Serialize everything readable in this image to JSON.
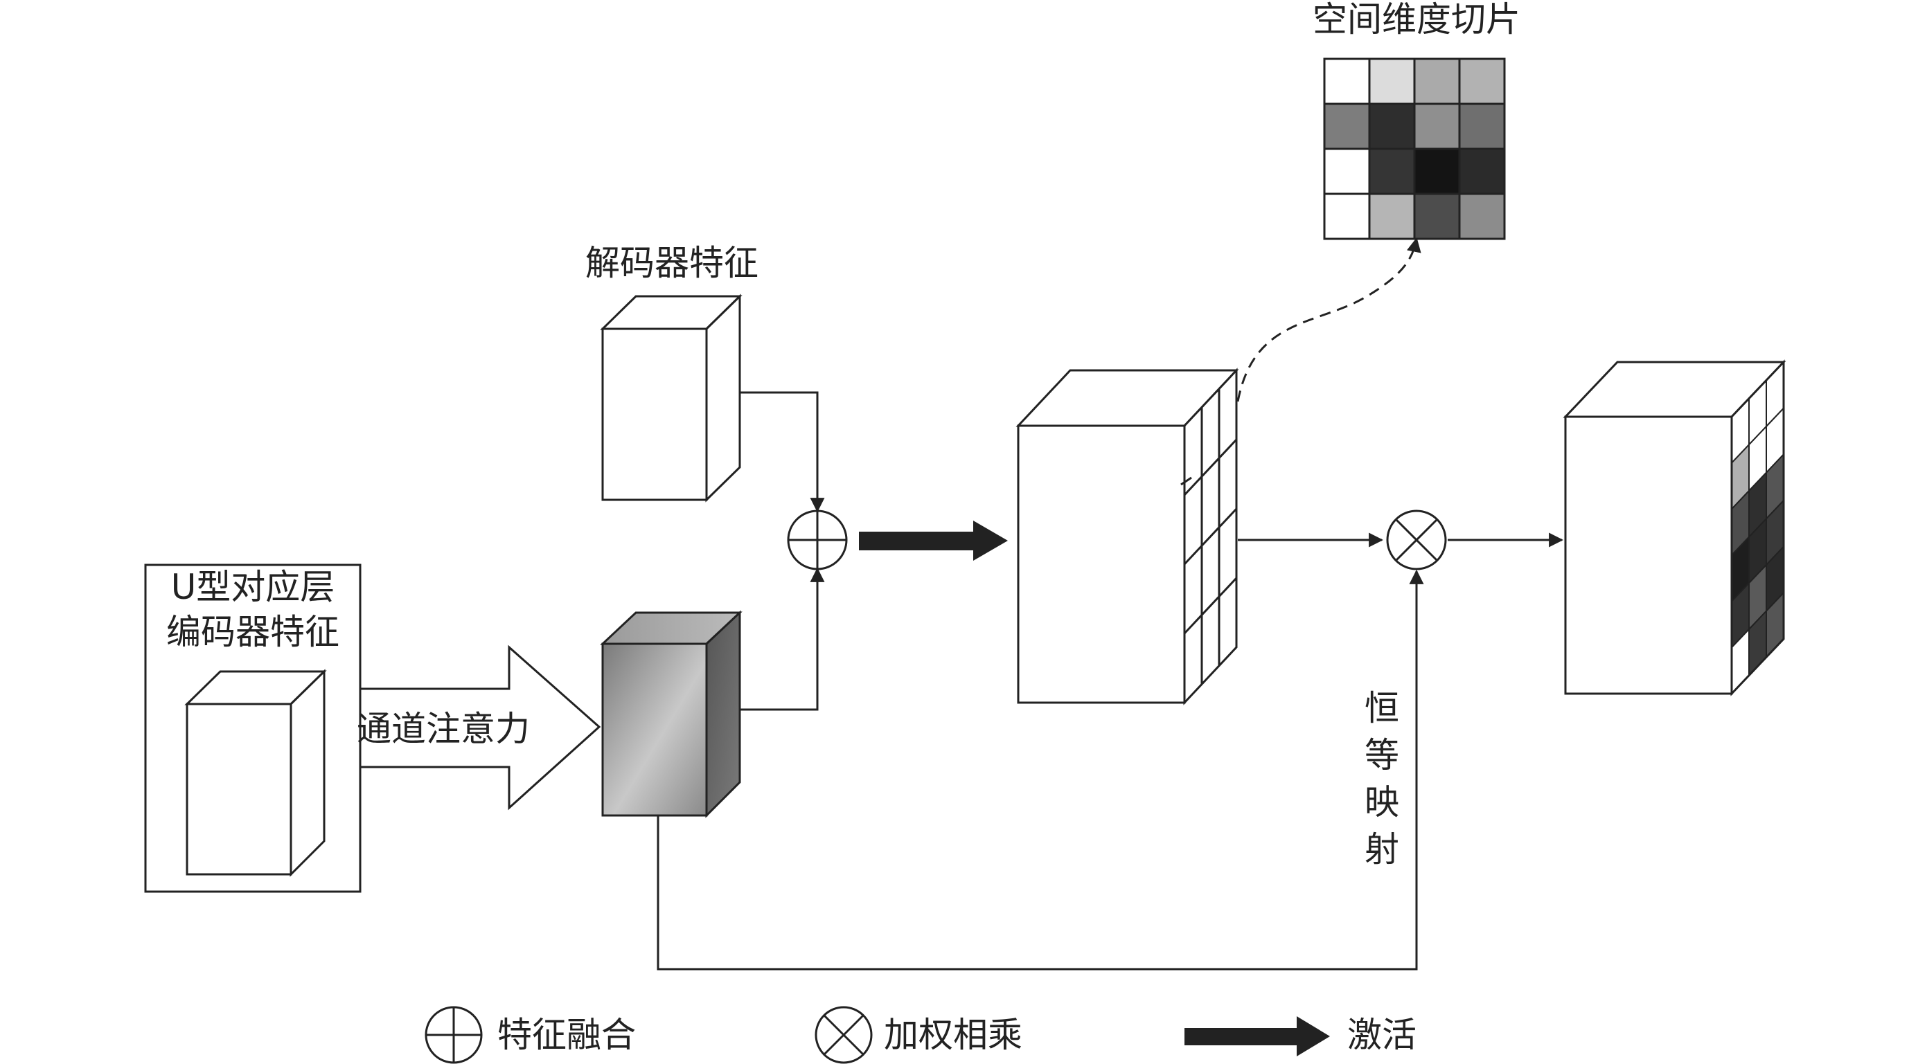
{
  "labels": {
    "spatial_slice": "空间维度切片",
    "decoder_feature": "解码器特征",
    "encoder_title_1": "U型对应层",
    "encoder_title_2": "编码器特征",
    "channel_attention": "通道注意力",
    "identity_1": "恒",
    "identity_2": "等",
    "identity_3": "映",
    "identity_4": "射"
  },
  "legend": {
    "fusion": "特征融合",
    "weighted_multiply": "加权相乘",
    "activation": "激活"
  },
  "colors": {
    "stroke": "#222222",
    "slice_grid": [
      [
        "#ffffff",
        "#dcdcdc",
        "#aaaaaa",
        "#b2b2b2"
      ],
      [
        "#7d7d7d",
        "#2e2e2e",
        "#8f8f8f",
        "#6f6f6f"
      ],
      [
        "#ffffff",
        "#353535",
        "#141414",
        "#2b2b2b"
      ],
      [
        "#ffffff",
        "#b5b5b5",
        "#4d4d4d",
        "#8c8c8c"
      ]
    ],
    "output_cube_side": [
      [
        "#ffffff",
        "#ffffff",
        "#ffffff"
      ],
      [
        "#b0b0b0",
        "#ffffff",
        "#ffffff"
      ],
      [
        "#4d4d4d",
        "#2f2f2f",
        "#555555"
      ],
      [
        "#1e1e1e",
        "#2a2a2a",
        "#3a3a3a"
      ],
      [
        "#333333",
        "#5a5a5a",
        "#2a2a2a"
      ],
      [
        "#ffffff",
        "#3a3a3a",
        "#555555"
      ]
    ]
  }
}
